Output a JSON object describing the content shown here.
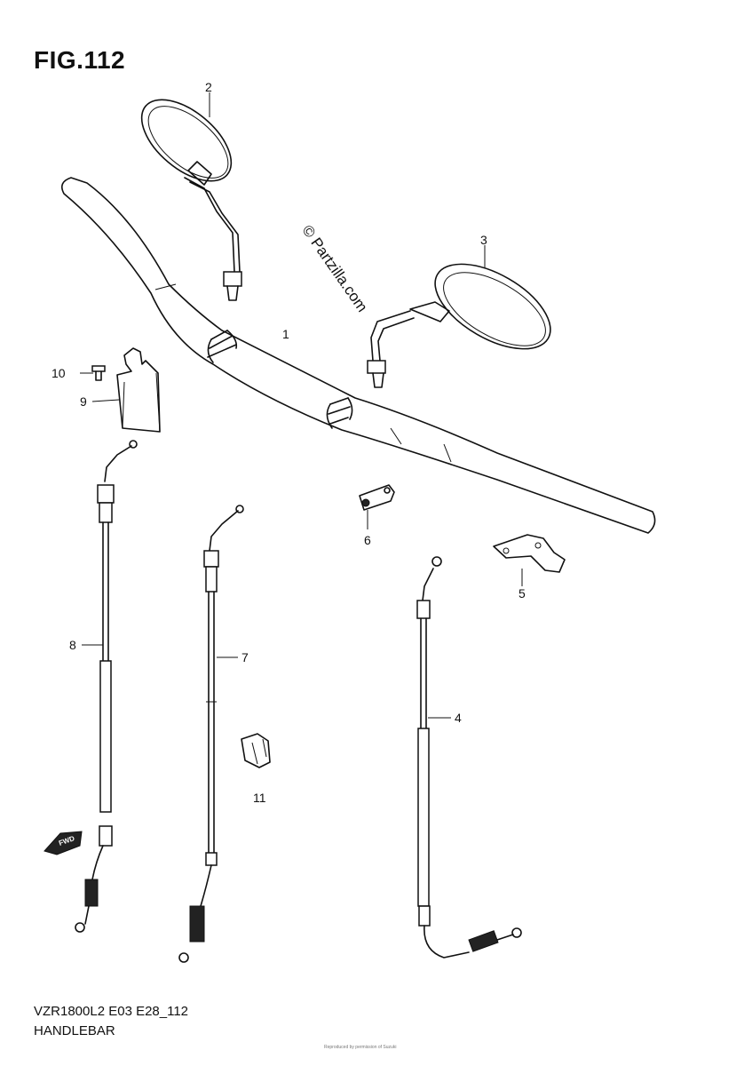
{
  "figure": {
    "title": "FIG.112",
    "watermark": "© Partzilla.com",
    "model_code": "VZR1800L2 E03 E28_112",
    "section_name": "HANDLEBAR",
    "footer_note": "Reproduced by permission of Suzuki"
  },
  "callouts": [
    {
      "id": "1",
      "label": "1"
    },
    {
      "id": "2",
      "label": "2"
    },
    {
      "id": "3",
      "label": "3"
    },
    {
      "id": "4",
      "label": "4"
    },
    {
      "id": "5",
      "label": "5"
    },
    {
      "id": "6",
      "label": "6"
    },
    {
      "id": "7",
      "label": "7"
    },
    {
      "id": "8",
      "label": "8"
    },
    {
      "id": "9",
      "label": "9"
    },
    {
      "id": "10",
      "label": "10"
    },
    {
      "id": "11",
      "label": "11"
    }
  ],
  "fwd_marker": "FWD"
}
